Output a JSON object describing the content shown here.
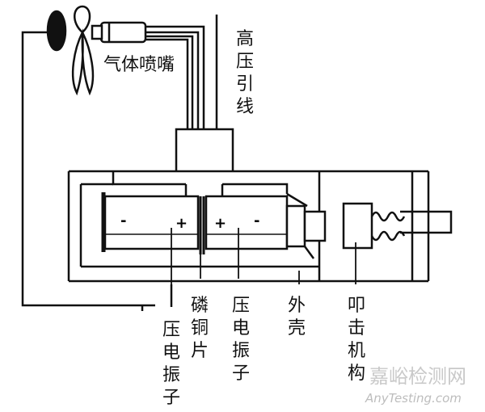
{
  "labels": {
    "nozzle": "气体喷嘴",
    "hv_lead": [
      "高",
      "压",
      "引",
      "线"
    ],
    "piezo_left": [
      "压",
      "电",
      "振",
      "子"
    ],
    "phosphor_copper": [
      "磷",
      "铜",
      "片"
    ],
    "piezo_right": [
      "压",
      "电",
      "振",
      "子"
    ],
    "shell": [
      "外",
      "壳"
    ],
    "striker": [
      "叩",
      "击",
      "机",
      "构"
    ]
  },
  "signs": {
    "left_outer": "-",
    "left_inner": "+",
    "right_inner": "+",
    "right_outer": "-"
  },
  "watermark": {
    "cn": "嘉峪检测网",
    "en": "AnyTesting.com"
  },
  "colors": {
    "line": "#111111",
    "watermark_cn": "#c9c9c9",
    "watermark_en": "#bdbdbd"
  }
}
